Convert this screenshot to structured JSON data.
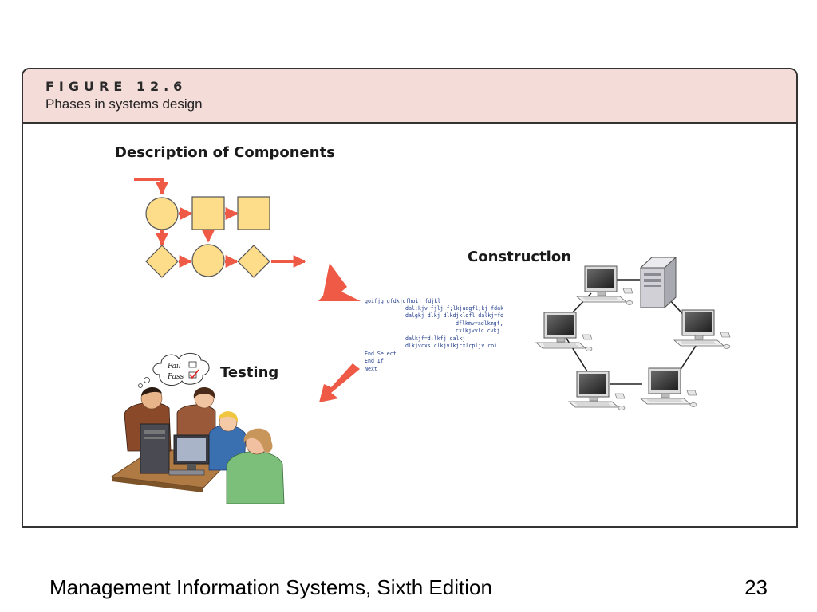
{
  "figure": {
    "label": "FIGURE 12.6",
    "caption": "Phases in systems design"
  },
  "diagram": {
    "components_label": "Description of Components",
    "construction_label": "Construction",
    "testing_label": "Testing",
    "thought_bubble": {
      "fail": "Fail",
      "pass": "Pass"
    },
    "code_lines": [
      "goifjg gfdkjdfhoij fdjkl",
      "dal;kjv fjlj f;lkjadgfl;kj fdak",
      "dalgkj dlkj dlkdjkldfl dalkj=fd",
      "dflkmv=adlkmgf,",
      "cxlkjvvlc cvkj",
      "dalkjf=d;lkfj dalkj",
      "dlkjvcxs,clkjvlkjcxlcpljv coi",
      "End Select",
      "End If",
      "Next"
    ]
  },
  "colors": {
    "accent_arrow": "#ee5a45",
    "node_fill": "#fddc8a",
    "header_bg": "#f4dcd8"
  },
  "footer": {
    "title": "Management Information Systems, Sixth Edition",
    "page": "23"
  }
}
